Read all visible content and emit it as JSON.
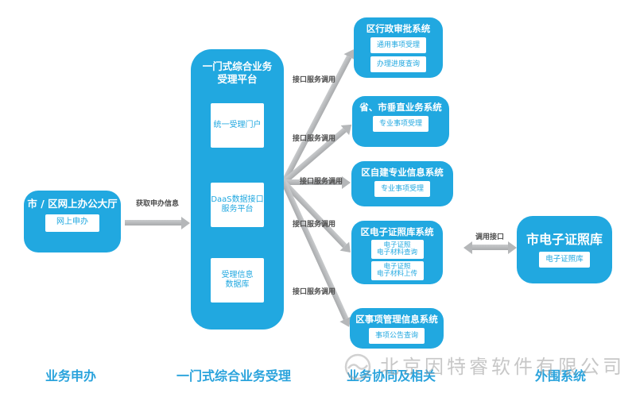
{
  "colors": {
    "accent": "#21a8e0",
    "arrowGray": "#b5b7b9",
    "labelGray": "#4d4d4d",
    "footerBlue": "#2aa3dc",
    "watermarkGray": "#9b9b9b"
  },
  "left_block": {
    "title": "市 / 区网上办公大厅",
    "items": [
      {
        "lines": [
          "网上申办"
        ]
      }
    ]
  },
  "platform": {
    "title_line1": "一门式综合业务",
    "title_line2": "受理平台",
    "items": [
      {
        "lines": [
          "统一受理门户"
        ]
      },
      {
        "lines": [
          "DaaS数据接口",
          "服务平台"
        ]
      },
      {
        "lines": [
          "受理信息",
          "数据库"
        ]
      }
    ]
  },
  "systems": [
    {
      "title": "区行政审批系统",
      "items": [
        {
          "lines": [
            "通用事项受理"
          ]
        },
        {
          "lines": [
            "办理进度查询"
          ]
        }
      ]
    },
    {
      "title": "省、市垂直业务系统",
      "items": [
        {
          "lines": [
            "专业事项受理"
          ]
        }
      ]
    },
    {
      "title": "区自建专业信息系统",
      "items": [
        {
          "lines": [
            "专业事项受理"
          ]
        }
      ]
    },
    {
      "title": "区电子证照库系统",
      "items": [
        {
          "lines": [
            "电子证照",
            "电子材料查询"
          ]
        },
        {
          "lines": [
            "电子证照",
            "电子材料上传"
          ]
        }
      ]
    },
    {
      "title": "区事项管理信息系统",
      "items": [
        {
          "lines": [
            "事项公告查询"
          ]
        }
      ]
    }
  ],
  "external": {
    "title": "市电子证照库",
    "items": [
      {
        "lines": [
          "电子证照库"
        ]
      }
    ]
  },
  "arrow_labels": {
    "fetch": "获取申办信息",
    "interface": "接口服务调用",
    "call": "调用接口"
  },
  "footer": {
    "labels": [
      "业务申办",
      "一门式综合业务受理",
      "业务协同及相关",
      "外围系统"
    ]
  },
  "watermark": {
    "text": "北京因特睿软件有限公司"
  }
}
